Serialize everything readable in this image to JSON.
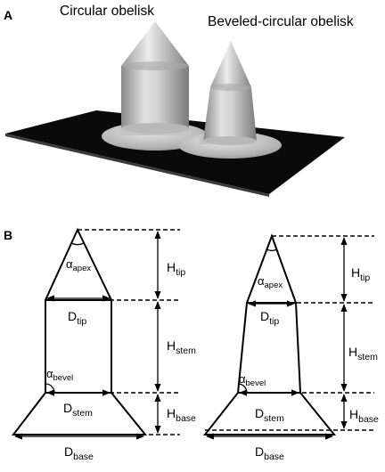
{
  "panel_a": {
    "letter": "A",
    "titles": {
      "circular": "Circular obelisk",
      "beveled": "Beveled-circular obelisk"
    }
  },
  "panel_b": {
    "letter": "B",
    "left": {
      "alpha_apex": {
        "base": "α",
        "sub": "apex"
      },
      "alpha_bevel": {
        "base": "α",
        "sub": "bevel"
      },
      "d_tip": {
        "base": "D",
        "sub": "tip"
      },
      "d_stem": {
        "base": "D",
        "sub": "stem"
      },
      "d_base": {
        "base": "D",
        "sub": "base"
      },
      "h_tip": {
        "base": "H",
        "sub": "tip"
      },
      "h_stem": {
        "base": "H",
        "sub": "stem"
      },
      "h_base": {
        "base": "H",
        "sub": "base"
      }
    },
    "right": {
      "alpha_apex": {
        "base": "α",
        "sub": "apex"
      },
      "alpha_bevel": {
        "base": "α",
        "sub": "bevel"
      },
      "d_tip": {
        "base": "D",
        "sub": "tip"
      },
      "d_stem": {
        "base": "D",
        "sub": "stem"
      },
      "d_base": {
        "base": "D",
        "sub": "base"
      },
      "h_tip": {
        "base": "H",
        "sub": "tip"
      },
      "h_stem": {
        "base": "H",
        "sub": "stem"
      },
      "h_base": {
        "base": "H",
        "sub": "base"
      }
    }
  }
}
